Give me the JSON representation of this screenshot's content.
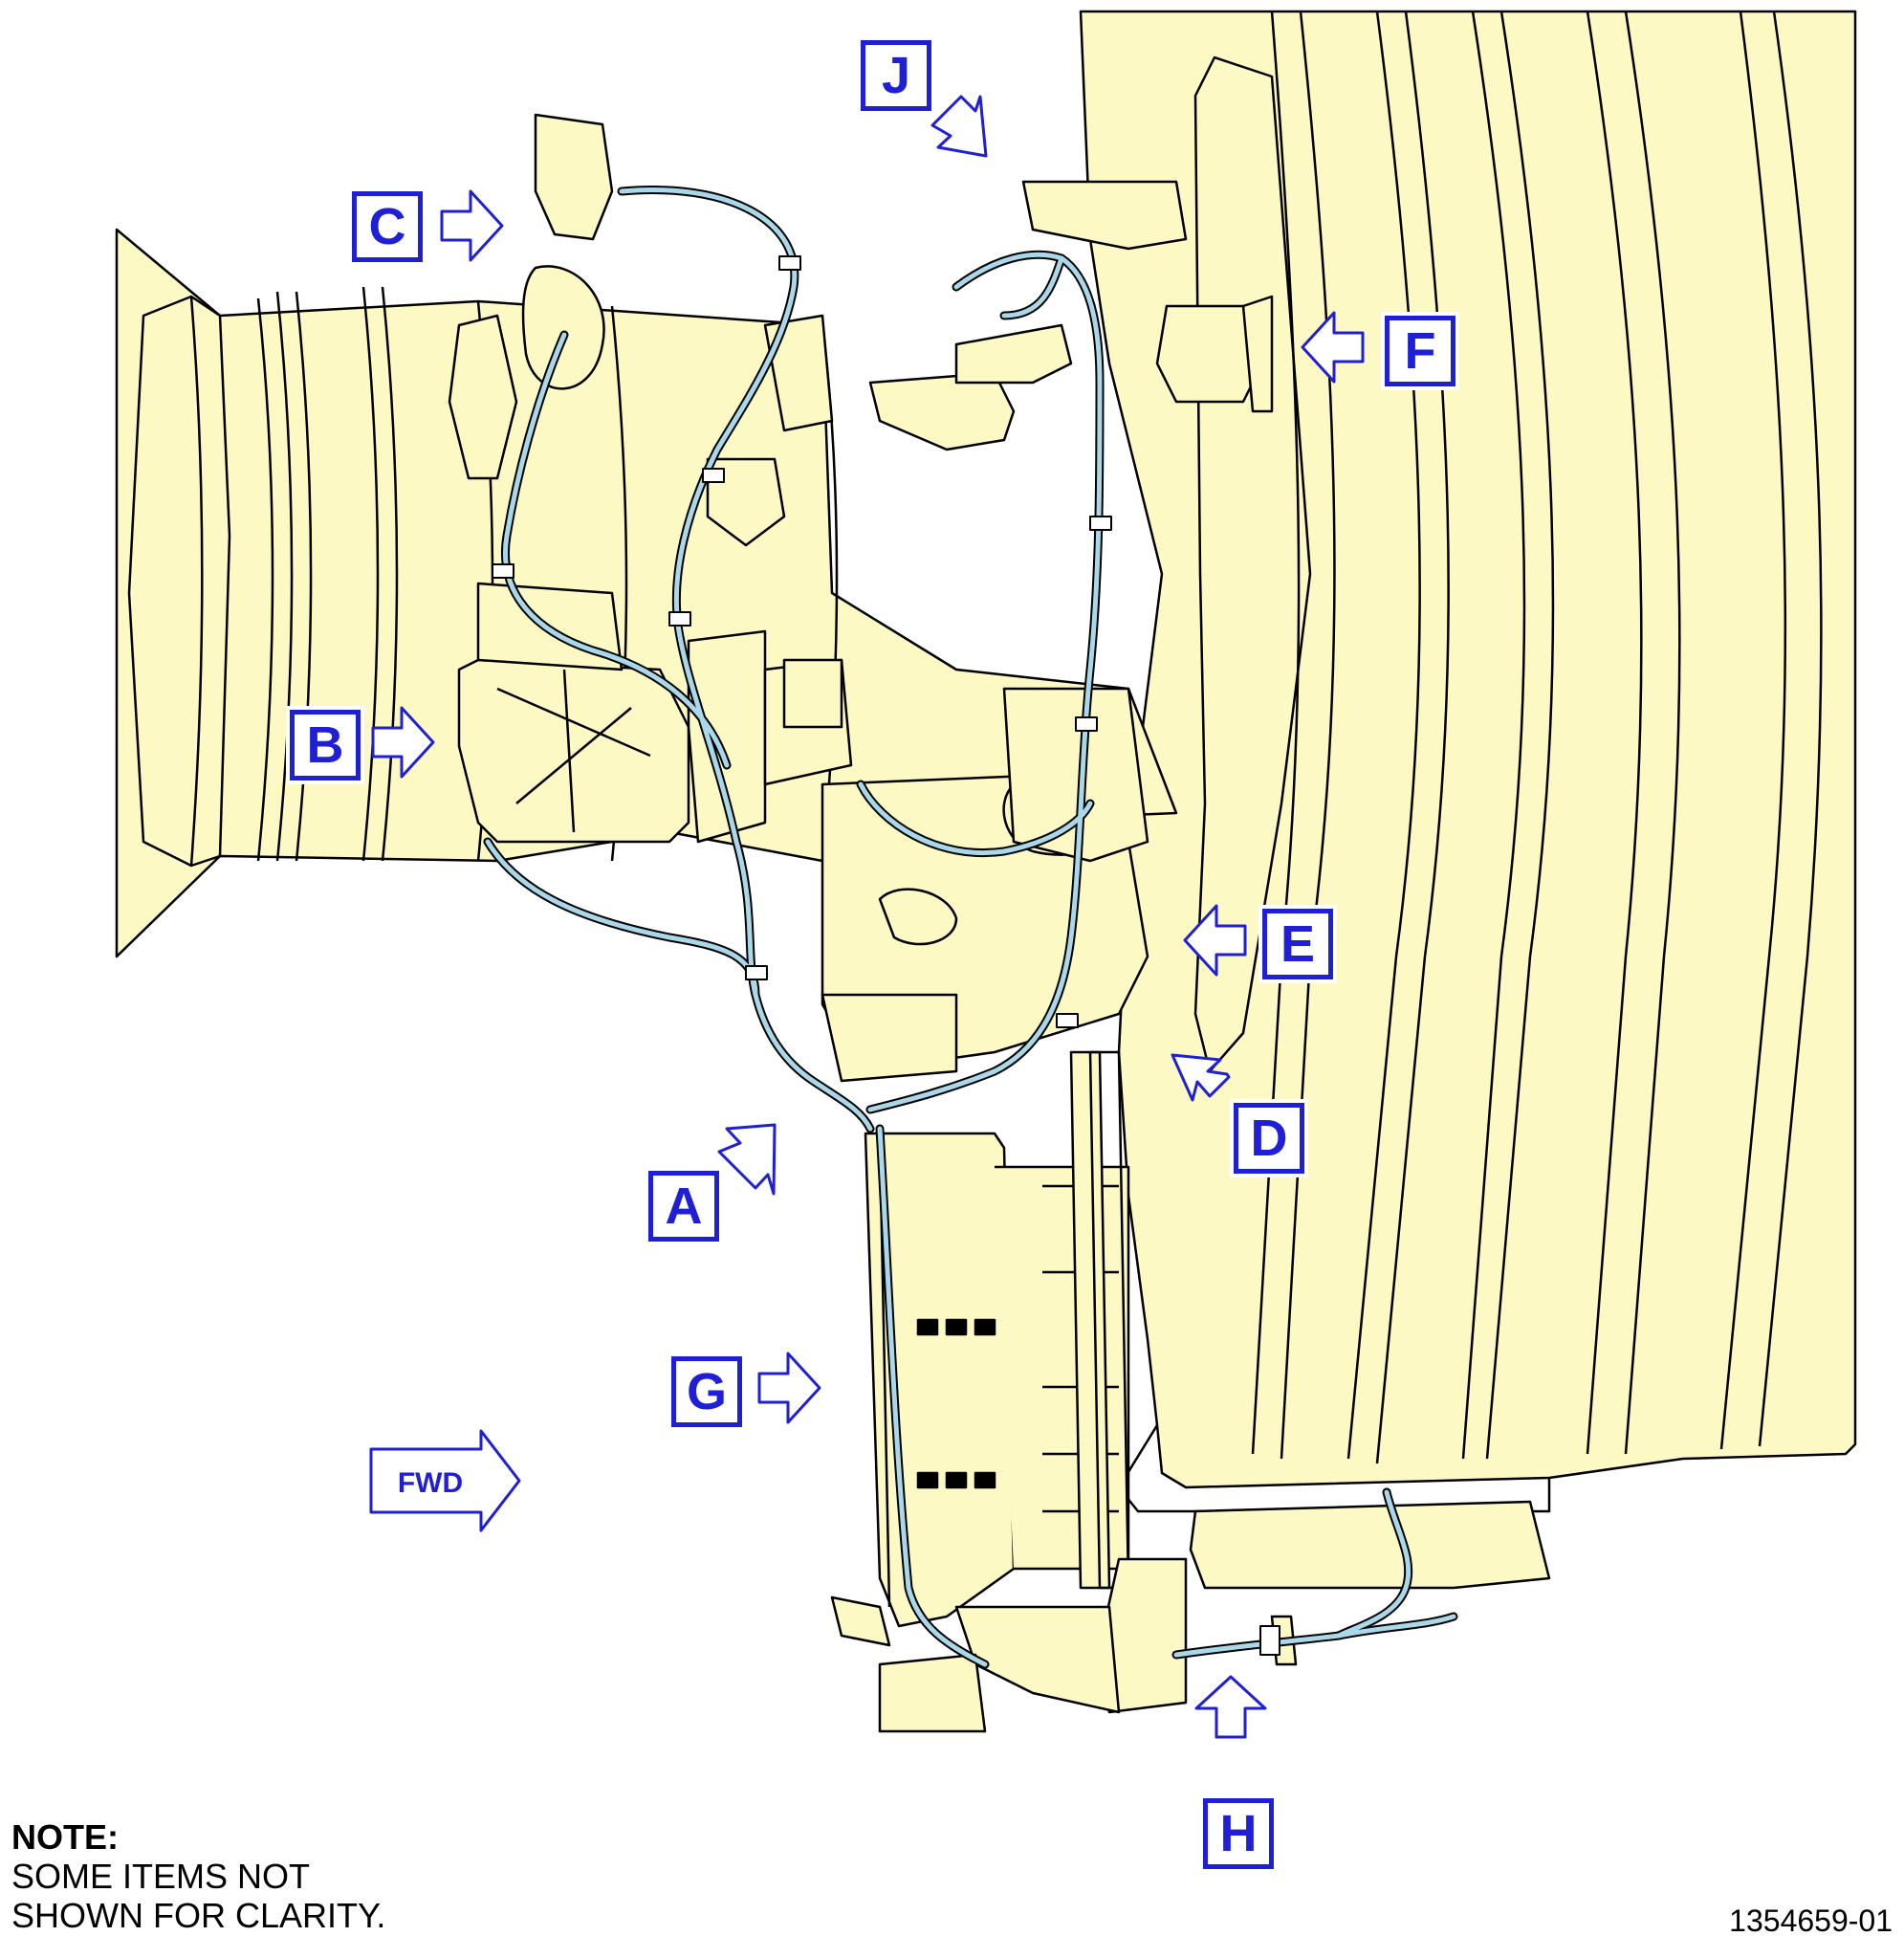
{
  "callouts": {
    "a": "A",
    "b": "B",
    "c": "C",
    "d": "D",
    "e": "E",
    "f": "F",
    "g": "G",
    "h": "H",
    "j": "J"
  },
  "fwd_label": "FWD",
  "note": {
    "heading": "NOTE:",
    "line1": "SOME ITEMS NOT",
    "line2": "SHOWN FOR CLARITY."
  },
  "figure_number": "1354659-01",
  "colors": {
    "engine_fill": "#fdf9c4",
    "outline": "#000000",
    "harness": "#a8d8ea",
    "callout_blue": "#1f1fd6"
  }
}
